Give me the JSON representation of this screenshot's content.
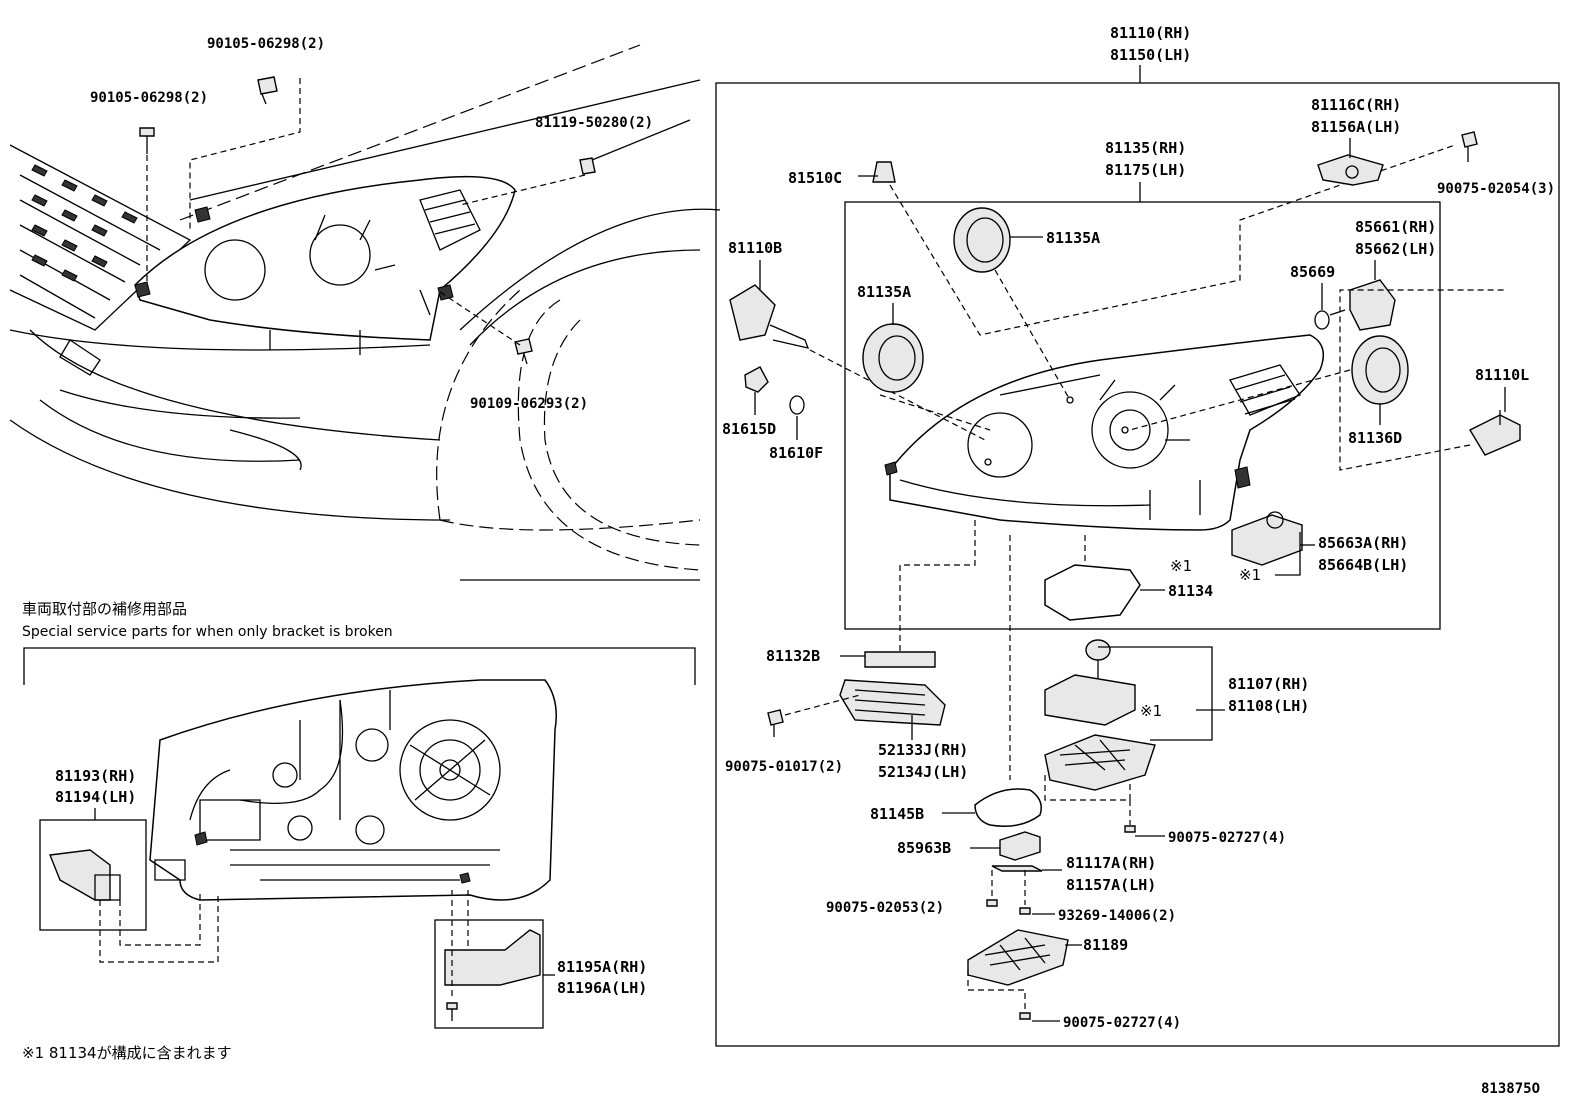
{
  "diagram_id": "813875O",
  "left_labels": {
    "bolt_a": "90105-06298(2)",
    "bolt_b": "90105-06298(2)",
    "clip": "81119-50280(2)",
    "screw": "90109-06293(2)"
  },
  "service_section": {
    "title_jp": "車両取付部の補修用部品",
    "title_en": "Special service parts for when only bracket is broken",
    "bracket_left": [
      "81193(RH)",
      "81194(LH)"
    ],
    "bracket_right": [
      "81195A(RH)",
      "81196A(LH)"
    ]
  },
  "footnote": "※1 81134が構成に含まれます",
  "right_labels": {
    "assembly": [
      "81110(RH)",
      "81150(LH)"
    ],
    "unit": [
      "81135(RH)",
      "81175(LH)"
    ],
    "p81116": [
      "81116C(RH)",
      "81156A(LH)"
    ],
    "p90075_02054": "90075-02054(3)",
    "p81510c": "81510C",
    "p81135a_top": "81135A",
    "p81110b": "81110B",
    "p81135a_left": "81135A",
    "p85661": [
      "85661(RH)",
      "85662(LH)"
    ],
    "p85669": "85669",
    "p81110l": "81110L",
    "p81615d": "81615D",
    "p81610f": "81610F",
    "p81136d": "81136D",
    "p85663": [
      "85663A(RH)",
      "85664B(LH)"
    ],
    "p85663_note": "※1",
    "p81134": "81134",
    "p81134_note": "※1",
    "p81132b": "81132B",
    "p81107": [
      "81107(RH)",
      "81108(LH)"
    ],
    "p81107_note": "※1",
    "p90075_01017": "90075-01017(2)",
    "p52133": [
      "52133J(RH)",
      "52134J(LH)"
    ],
    "p81145b": "81145B",
    "p90075_02727a": "90075-02727(4)",
    "p85963b": "85963B",
    "p81117": [
      "81117A(RH)",
      "81157A(LH)"
    ],
    "p90075_02053": "90075-02053(2)",
    "p93269": "93269-14006(2)",
    "p81189": "81189",
    "p90075_02727b": "90075-02727(4)"
  }
}
